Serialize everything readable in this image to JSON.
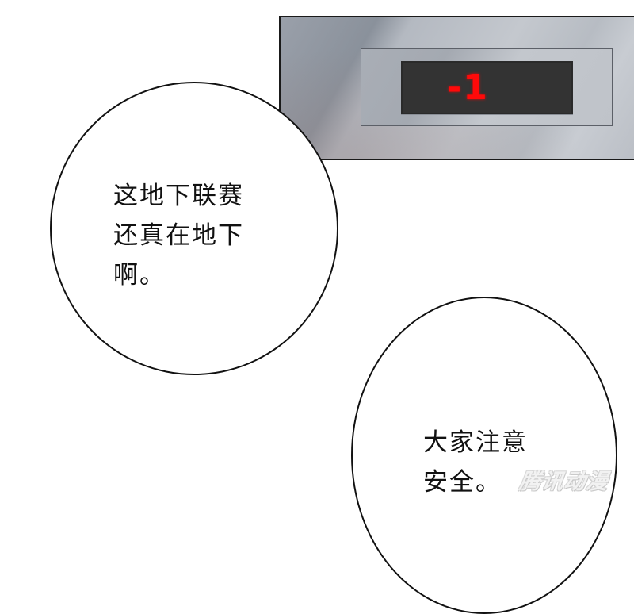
{
  "panel": {
    "elevator_display": {
      "floor_indicator": "-1",
      "indicator_color": "#ff0a0a",
      "screen_color": "#333333"
    }
  },
  "bubbles": [
    {
      "text": "这地下联赛\n还真在地下\n啊。"
    },
    {
      "text": "大家注意\n安全。"
    }
  ],
  "watermark": {
    "text": "腾讯动漫"
  }
}
